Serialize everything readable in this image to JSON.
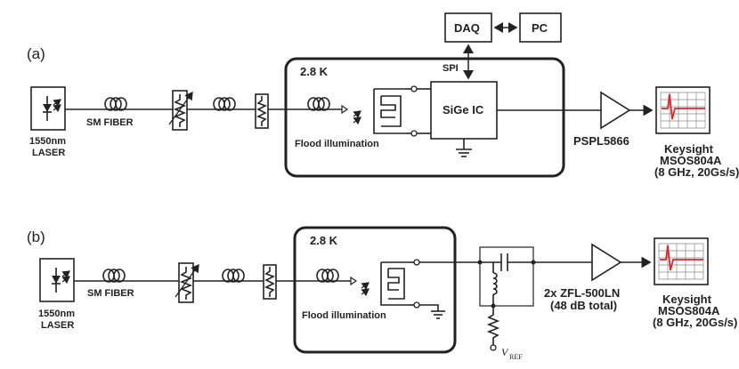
{
  "panel_a": {
    "tag": "(a)",
    "laser_line1": "1550nm",
    "laser_line2": "LASER",
    "fiber": "SM FIBER",
    "temperature": "2.8 K",
    "flood": "Flood illumination",
    "ic": "SiGe IC",
    "spi": "SPI",
    "daq": "DAQ",
    "pc": "PC",
    "amp": "PSPL5866",
    "scope_line1": "Keysight",
    "scope_line2": "MSOS804A",
    "scope_line3": "(8 GHz, 20Gs/s)"
  },
  "panel_b": {
    "tag": "(b)",
    "laser_line1": "1550nm",
    "laser_line2": "LASER",
    "fiber": "SM FIBER",
    "temperature": "2.8 K",
    "flood": "Flood illumination",
    "amp_line1": "2x ZFL-500LN",
    "amp_line2": "(48 dB total)",
    "vref": "V",
    "vref_sub": "REF",
    "scope_line1": "Keysight",
    "scope_line2": "MSOS804A",
    "scope_line3": "(8 GHz, 20Gs/s)"
  },
  "colors": {
    "line": "#222222",
    "scope_trace": "#e0252b",
    "scope_grid": "#888888"
  }
}
